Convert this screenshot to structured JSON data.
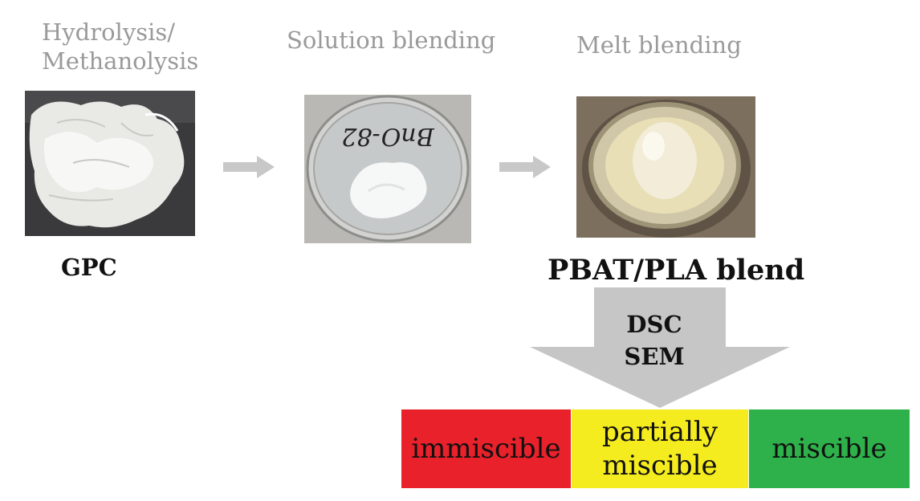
{
  "steps": [
    {
      "label_lines": [
        "Hydrolysis/",
        "Methanolysis"
      ]
    },
    {
      "label": "Solution blending"
    },
    {
      "label": "Melt blending"
    }
  ],
  "photo_names": [
    "gpc-fiber-photo",
    "petri-dish-photo",
    "melt-disc-photo"
  ],
  "dish_writing": "BnO-82",
  "gpc_label": "GPC",
  "blend_label": "PBAT/PLA blend",
  "analysis_arrow": {
    "lines": [
      "DSC",
      "SEM"
    ],
    "color": "#c6c6c6"
  },
  "miscibility_scale": [
    {
      "label": "immiscible",
      "color": "#e8212b"
    },
    {
      "label_lines": [
        "partially",
        "miscible"
      ],
      "color": "#f4ec1e"
    },
    {
      "label": "miscible",
      "color": "#2eb04a"
    }
  ]
}
